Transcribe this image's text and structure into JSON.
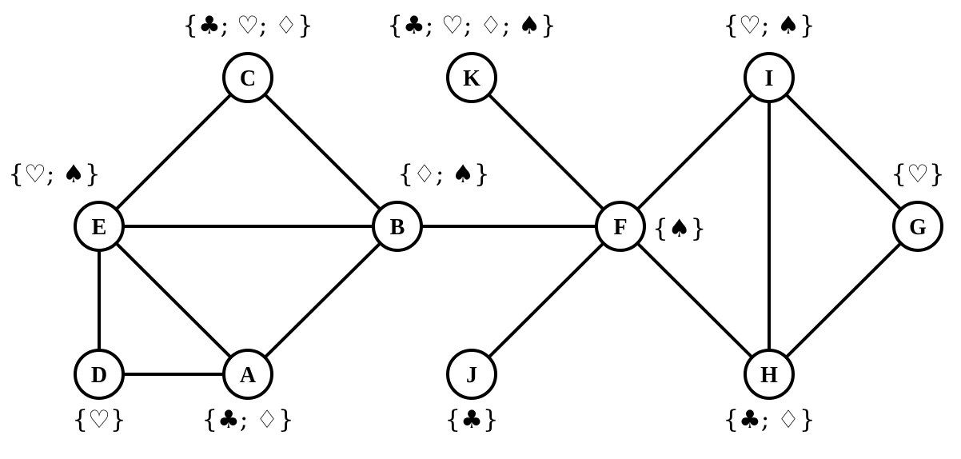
{
  "diagram": {
    "nodes": [
      {
        "id": "A",
        "label": "A",
        "set": "{♣; ♢}"
      },
      {
        "id": "B",
        "label": "B",
        "set": "{♢; ♠}"
      },
      {
        "id": "C",
        "label": "C",
        "set": "{♣; ♡; ♢}"
      },
      {
        "id": "D",
        "label": "D",
        "set": "{♡}"
      },
      {
        "id": "E",
        "label": "E",
        "set": "{♡; ♠}"
      },
      {
        "id": "F",
        "label": "F",
        "set": "{♠}"
      },
      {
        "id": "G",
        "label": "G",
        "set": "{♡}"
      },
      {
        "id": "H",
        "label": "H",
        "set": "{♣; ♢}"
      },
      {
        "id": "I",
        "label": "I",
        "set": "{♡; ♠}"
      },
      {
        "id": "J",
        "label": "J",
        "set": "{♣}"
      },
      {
        "id": "K",
        "label": "K",
        "set": "{♣; ♡; ♢; ♠}"
      }
    ],
    "edges": [
      [
        "C",
        "E"
      ],
      [
        "C",
        "B"
      ],
      [
        "E",
        "B"
      ],
      [
        "E",
        "D"
      ],
      [
        "E",
        "A"
      ],
      [
        "D",
        "A"
      ],
      [
        "A",
        "B"
      ],
      [
        "B",
        "F"
      ],
      [
        "K",
        "F"
      ],
      [
        "J",
        "F"
      ],
      [
        "F",
        "I"
      ],
      [
        "F",
        "H"
      ],
      [
        "I",
        "H"
      ],
      [
        "I",
        "G"
      ],
      [
        "H",
        "G"
      ]
    ]
  }
}
